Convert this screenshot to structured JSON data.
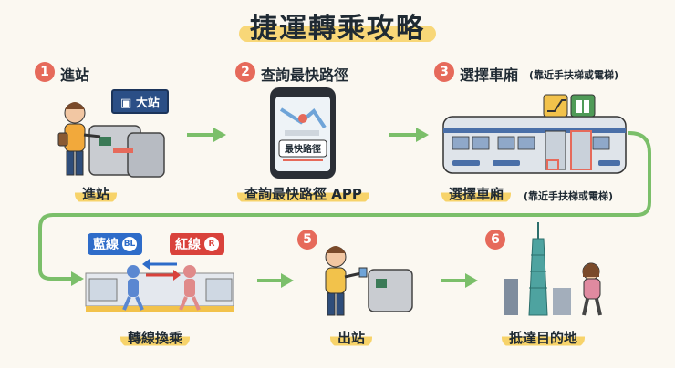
{
  "title": "捷運轉乘攻略",
  "steps": [
    {
      "num": "1",
      "label": "進站",
      "caption": "進站",
      "sign": "大站"
    },
    {
      "num": "2",
      "label": "查詢最快路徑",
      "caption": "查詢最快路徑 APP",
      "phone_text": "最快路徑"
    },
    {
      "num": "3",
      "label": "選擇車廂",
      "label_note": "(靠近手扶梯或電梯)",
      "caption": "選擇車廂",
      "caption_note": "(靠近手扶梯或電梯)"
    },
    {
      "caption": "轉線換乘",
      "line_a": "藍線",
      "line_a_code": "BL",
      "line_b": "紅線",
      "line_b_code": "R"
    },
    {
      "num": "5",
      "caption": "出站"
    },
    {
      "num": "6",
      "caption": "抵達目的地"
    }
  ],
  "colors": {
    "badge": "#e66a5b",
    "highlight": "#f7d36a",
    "blue_line": "#2e6cc9",
    "red_line": "#d9423b",
    "arrow": "#7bbf6a"
  }
}
